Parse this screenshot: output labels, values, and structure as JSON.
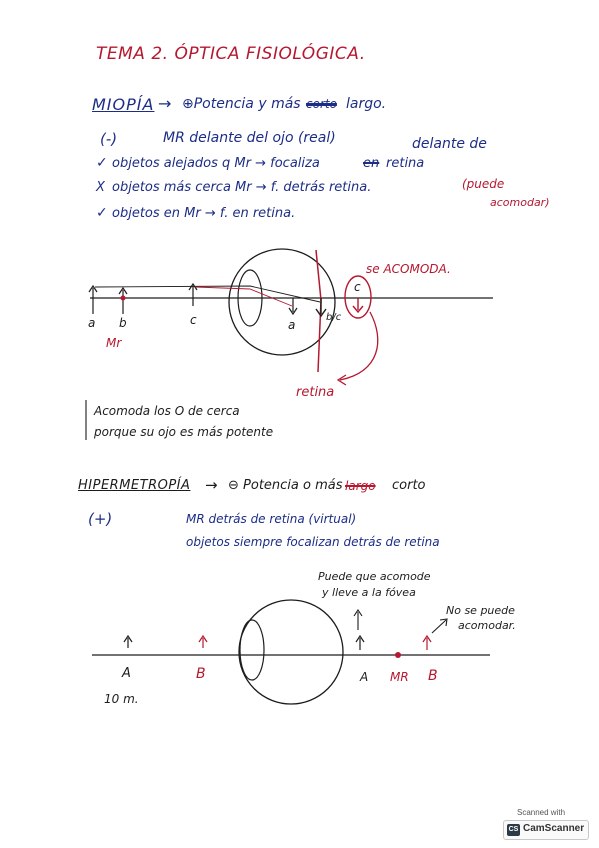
{
  "title": "TEMA 2. ÓPTICA FISIOLÓGICA.",
  "miopia": {
    "heading": "MIOPÍA",
    "arrow": "→",
    "sign": "(-)",
    "line1": "⊕Potencia y más",
    "crossed": "corto",
    "line1_end": "largo.",
    "mr_line": "MR delante del ojo (real)",
    "annot_delante": "delante de",
    "item1_mark": "✓",
    "item1": "objetos alejados q Mr → focaliza",
    "item1_crossed": "en",
    "item1_end": "retina",
    "item2_mark": "X",
    "item2": "objetos más cerca Mr → f. detrás retina.",
    "item2_note_a": "(puede",
    "item2_note_b": "acomodar)",
    "item3_mark": "✓",
    "item3": "objetos en Mr → f. en retina.",
    "diagram": {
      "label_a": "a",
      "label_b": "b",
      "label_c": "c",
      "label_a_img": "a",
      "label_bc": "b/c",
      "label_c_circle": "c",
      "label_mr": "Mr",
      "se_acomoda": "se ACOMODA.",
      "retina": "retina"
    },
    "note_line1": "Acomoda los O de cerca",
    "note_line2": "porque su ojo es más potente"
  },
  "hipermetropia": {
    "heading": "HIPERMETROPÍA",
    "arrow": "→",
    "line1": "⊖ Potencia o más",
    "crossed": "largo",
    "line1_end": "corto",
    "sign": "(+)",
    "mr_line": "MR detrás de retina (virtual)",
    "objects_line": "objetos siempre focalizan detrás de retina",
    "diagram": {
      "puede_line1": "Puede que acomode",
      "puede_line2": "y lleve a la fóvea",
      "no_se_line1": "No se puede",
      "no_se_line2": "acomodar.",
      "label_A_left": "A",
      "label_B_left": "B",
      "label_dist": "10 m.",
      "label_A_right": "A",
      "label_MR": "MR",
      "label_B_right": "B"
    }
  },
  "scanner": {
    "scanned_with": "Scanned with",
    "brand": "CamScanner",
    "logo": "CS"
  },
  "colors": {
    "blue_ink": "#1c2d86",
    "red_ink": "#b5182f",
    "black_ink": "#1d1d1d"
  }
}
